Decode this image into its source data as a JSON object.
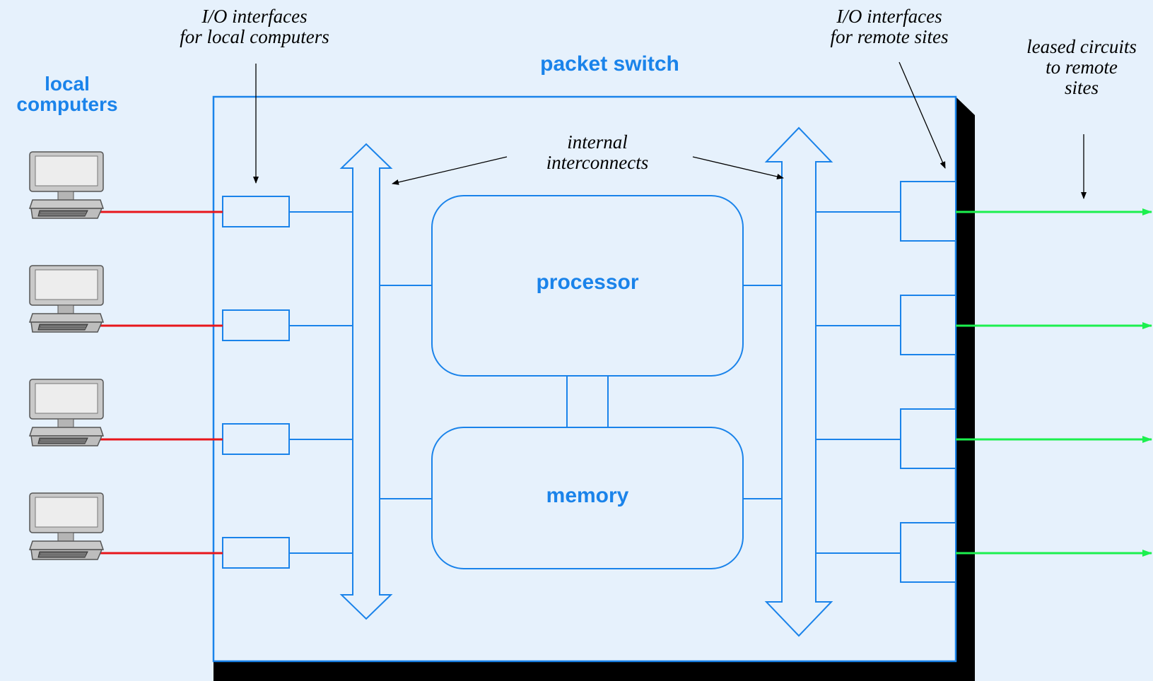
{
  "labels": {
    "local_computers_line1": "local",
    "local_computers_line2": "computers",
    "packet_switch": "packet switch",
    "processor": "processor",
    "memory": "memory",
    "io_local_line1": "I/O interfaces",
    "io_local_line2": "for local computers",
    "io_remote_line1": "I/O interfaces",
    "io_remote_line2": "for remote sites",
    "interconnects_line1": "internal",
    "interconnects_line2": "interconnects",
    "leased_line1": "leased circuits",
    "leased_line2": "to remote",
    "leased_line3": "sites"
  },
  "colors": {
    "background": "#e6f1fc",
    "accent_blue": "#1a83ea",
    "local_link": "#e8161b",
    "remote_link": "#1cf04e",
    "shadow": "#000000"
  },
  "counts": {
    "local_computers": 4,
    "remote_sites": 4
  }
}
